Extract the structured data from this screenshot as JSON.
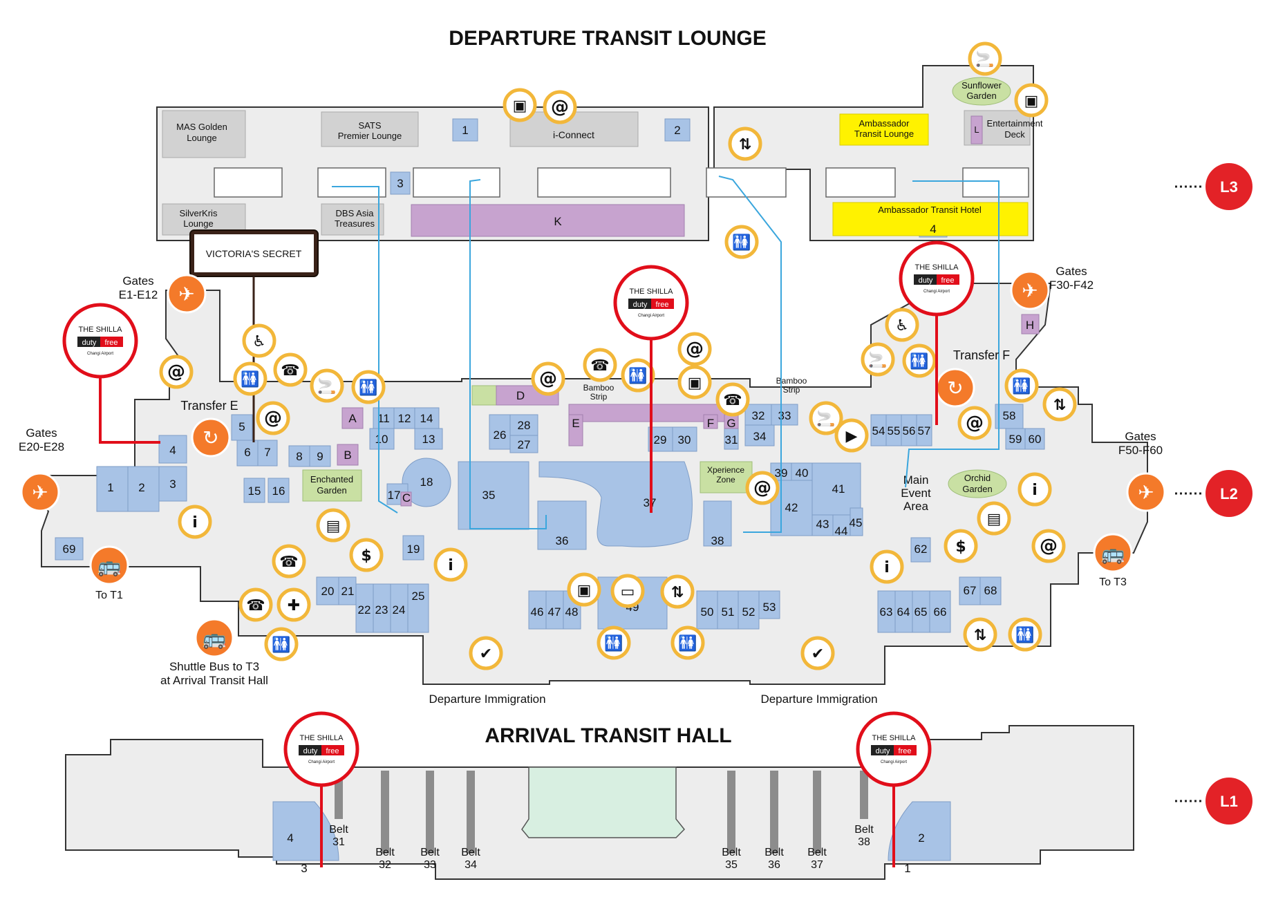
{
  "titles": {
    "departure": "DEPARTURE TRANSIT LOUNGE",
    "arrival": "ARRIVAL TRANSIT HALL"
  },
  "levels": [
    "L3",
    "L2",
    "L1"
  ],
  "brands": {
    "shilla_line1": "THE SHILLA",
    "shilla_duty": "duty",
    "shilla_free": "free",
    "shilla_sub": "Changi Airport",
    "victoria": "VICTORIA'S SECRET"
  },
  "l3": {
    "mas": [
      "MAS Golden",
      "Lounge"
    ],
    "sats": [
      "SATS",
      "Premier Lounge"
    ],
    "iconnect": "i-Connect",
    "silverkris": [
      "SilverKris",
      "Lounge"
    ],
    "dbs": [
      "DBS Asia",
      "Treasures"
    ],
    "k": "K",
    "ambassador_lounge": [
      "Ambassador",
      "Transit Lounge"
    ],
    "ambassador_hotel": "Ambassador Transit Hotel",
    "sunflower": [
      "Sunflower",
      "Garden"
    ],
    "entertainment": [
      "Entertainment",
      "Deck"
    ],
    "l": "L",
    "n1": "1",
    "n2": "2",
    "n3": "3",
    "n4": "4"
  },
  "l2": {
    "gates_e1": [
      "Gates",
      "E1-E12"
    ],
    "gates_e20": [
      "Gates",
      "E20-E28"
    ],
    "gates_f30": [
      "Gates",
      "F30-F42"
    ],
    "gates_f50": [
      "Gates",
      "F50-F60"
    ],
    "transfer_e": "Transfer E",
    "transfer_f": "Transfer F",
    "enchanted": [
      "Enchanted",
      "Garden"
    ],
    "bamboo1": [
      "Bamboo",
      "Strip"
    ],
    "bamboo2": [
      "Bamboo",
      "Strip"
    ],
    "xperience": [
      "Xperience",
      "Zone"
    ],
    "orchid": [
      "Orchid",
      "Garden"
    ],
    "main_event": [
      "Main",
      "Event",
      "Area"
    ],
    "to_t1": "To T1",
    "to_t3": "To T3",
    "shuttle": [
      "Shuttle Bus to T3",
      "at Arrival Transit Hall"
    ],
    "immigration1": "Departure Immigration",
    "immigration2": "Departure Immigration",
    "letters": {
      "A": "A",
      "B": "B",
      "C": "C",
      "D": "D",
      "E": "E",
      "F": "F",
      "G": "G",
      "H": "H"
    },
    "units": [
      "1",
      "2",
      "3",
      "4",
      "5",
      "6",
      "7",
      "8",
      "9",
      "10",
      "11",
      "12",
      "13",
      "14",
      "15",
      "16",
      "17",
      "18",
      "19",
      "20",
      "21",
      "22",
      "23",
      "24",
      "25",
      "26",
      "27",
      "28",
      "29",
      "30",
      "31",
      "32",
      "33",
      "34",
      "35",
      "36",
      "37",
      "38",
      "39",
      "40",
      "41",
      "42",
      "43",
      "44",
      "45",
      "46",
      "47",
      "48",
      "49",
      "50",
      "51",
      "52",
      "53",
      "54",
      "55",
      "56",
      "57",
      "58",
      "59",
      "60",
      "62",
      "63",
      "64",
      "65",
      "66",
      "67",
      "68",
      "69"
    ]
  },
  "l1": {
    "belts": [
      [
        "Belt",
        "31"
      ],
      [
        "Belt",
        "32"
      ],
      [
        "Belt",
        "33"
      ],
      [
        "Belt",
        "34"
      ],
      [
        "Belt",
        "35"
      ],
      [
        "Belt",
        "36"
      ],
      [
        "Belt",
        "37"
      ],
      [
        "Belt",
        "38"
      ]
    ],
    "units": [
      "1",
      "2",
      "3",
      "4"
    ]
  },
  "colors": {
    "shop": "#a8c3e6",
    "lounge": "#d2d2d2",
    "purple": "#c7a3cf",
    "yellow": "#fff200",
    "garden": "#c9e0a3",
    "icon_ring": "#f2b73a",
    "orange": "#f47a2a",
    "level_red": "#e32227",
    "shilla_red": "#e10e1a",
    "route_blue": "#3aa6dd"
  },
  "icons": [
    "smoking-icon",
    "internet-icon",
    "telephone-icon",
    "restroom-icon",
    "information-icon",
    "baby-care-icon",
    "lift-icon",
    "escalator-icon",
    "check-in-icon",
    "immigration-icon",
    "first-aid-icon",
    "money-exchange-icon",
    "atm-icon",
    "shopping-cart-icon",
    "luggage-icon",
    "plane-icon",
    "bus-icon",
    "transfer-icon",
    "train-icon"
  ]
}
